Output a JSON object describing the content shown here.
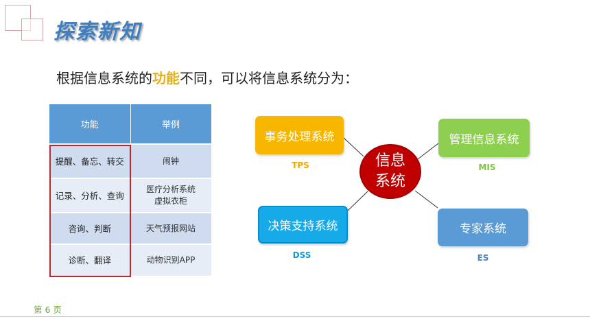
{
  "header": {
    "title": "探索新知"
  },
  "subtitle": {
    "before": "根据信息系统的",
    "highlight": "功能",
    "after": "不同，可以将信息系统分为："
  },
  "table": {
    "headers": [
      "功能",
      "举例"
    ],
    "rows": [
      {
        "func": "提醒、备忘、转交",
        "ex1": "闹钟",
        "ex2": ""
      },
      {
        "func": "记录、分析、查询",
        "ex1": "医疗分析系统",
        "ex2": "虚拟衣柜"
      },
      {
        "func": "咨询、判断",
        "ex1": "天气预报网站",
        "ex2": ""
      },
      {
        "func": "诊断、翻译",
        "ex1": "动物识别APP",
        "ex2": ""
      }
    ]
  },
  "diagram": {
    "center": {
      "line1": "信息",
      "line2": "系统"
    },
    "tps": {
      "name": "事务处理系统",
      "abbr": "TPS",
      "color": "#f7b600"
    },
    "mis": {
      "name": "管理信息系统",
      "abbr": "MIS",
      "color": "#8dd04f"
    },
    "dss": {
      "name": "决策支持系统",
      "abbr": "DSS",
      "color": "#16aae8"
    },
    "es": {
      "name": "专家系统",
      "abbr": "ES",
      "color": "#5b9bd5"
    },
    "center_color": "#c00000"
  },
  "footer": {
    "page": "第 6 页"
  }
}
